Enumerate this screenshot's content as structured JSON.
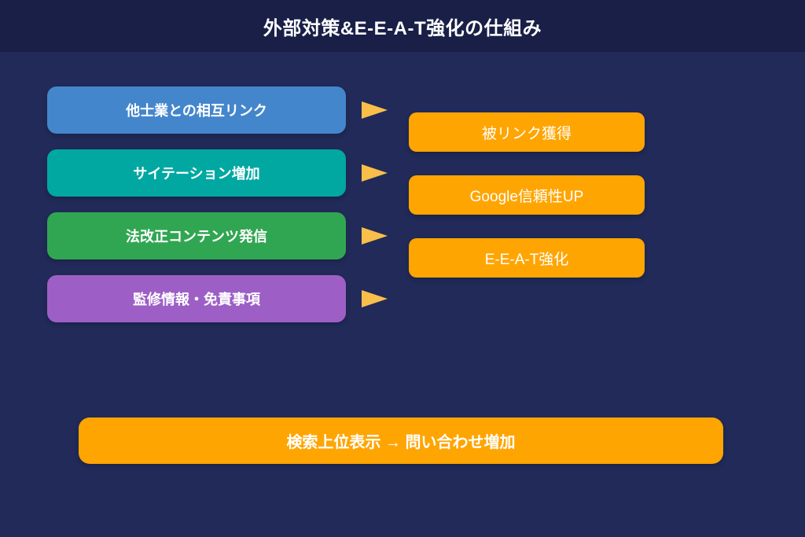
{
  "header": {
    "title": "外部対策&E-E-A-T強化の仕組み"
  },
  "diagram": {
    "left_boxes": [
      {
        "label": "他士業との相互リンク",
        "color": "#4486cc"
      },
      {
        "label": "サイテーション増加",
        "color": "#00a8a1"
      },
      {
        "label": "法改正コンテンツ発信",
        "color": "#31a652"
      },
      {
        "label": "監修情報・免責事項",
        "color": "#9d5fc6"
      }
    ],
    "right_boxes": [
      {
        "label": "被リンク獲得",
        "color": "#ffa502"
      },
      {
        "label": "Google信頼性UP",
        "color": "#ffa502"
      },
      {
        "label": "E-E-A-T強化",
        "color": "#ffa502"
      }
    ],
    "bottom_box": {
      "label": "検索上位表示 → 問い合わせ増加",
      "color": "#ffa502"
    },
    "colors": {
      "header_background": "#1a1f47",
      "page_background": "#212a58",
      "arrow": "#f9bf4a",
      "text": "#ffffff"
    }
  }
}
